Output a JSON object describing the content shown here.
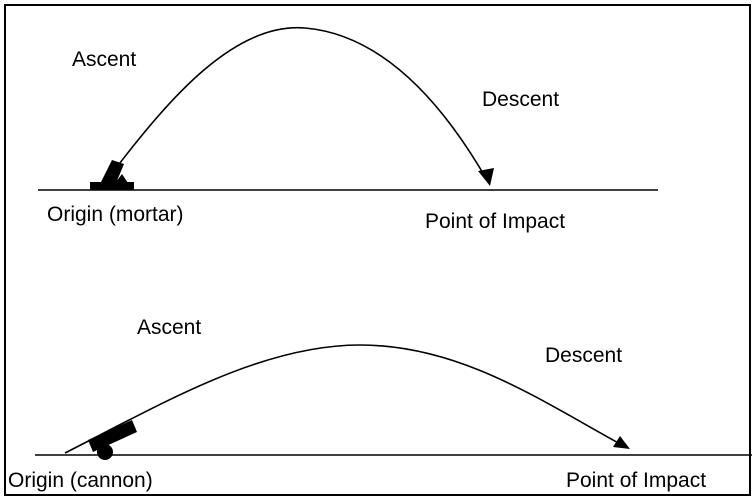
{
  "top_scene": {
    "ascent_label": "Ascent",
    "descent_label": "Descent",
    "origin_label": "Origin (mortar)",
    "impact_label": "Point of Impact",
    "weapon_icon": "mortar-icon"
  },
  "bottom_scene": {
    "ascent_label": "Ascent",
    "descent_label": "Descent",
    "origin_label": "Origin (cannon)",
    "impact_label": "Point of Impact",
    "weapon_icon": "cannon-icon"
  },
  "colors": {
    "line": "#000000",
    "background": "#ffffff"
  }
}
